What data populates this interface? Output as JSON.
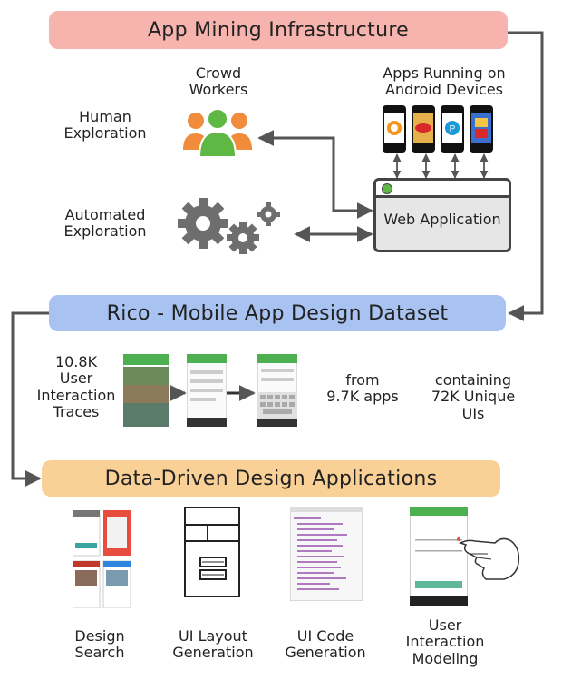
{
  "infrastructure": {
    "title": "App Mining Infrastructure",
    "crowd_label": "Crowd\nWorkers",
    "human_label": "Human\nExploration",
    "automated_label": "Automated\nExploration",
    "apps_label": "Apps Running on\nAndroid Devices",
    "web_app_label": "Web Application"
  },
  "dataset": {
    "title": "Rico - Mobile App Design Dataset",
    "traces_label": "10.8K\nUser\nInteraction\nTraces",
    "from_label": "from\n9.7K apps",
    "containing_label": "containing\n72K Unique\nUIs"
  },
  "applications": {
    "title": "Data-Driven Design Applications",
    "items": [
      {
        "label": "Design\nSearch"
      },
      {
        "label": "UI Layout\nGeneration"
      },
      {
        "label": "UI Code\nGeneration"
      },
      {
        "label": "User\nInteraction\nModeling"
      }
    ]
  },
  "colors": {
    "banner_infrastructure": "#f7b3ad",
    "banner_dataset": "#a8c3f2",
    "banner_applications": "#f9d197",
    "connector": "#555555",
    "crowd_orange": "#f08c3c",
    "crowd_green": "#5fb844",
    "gear": "#6e6e6e"
  }
}
